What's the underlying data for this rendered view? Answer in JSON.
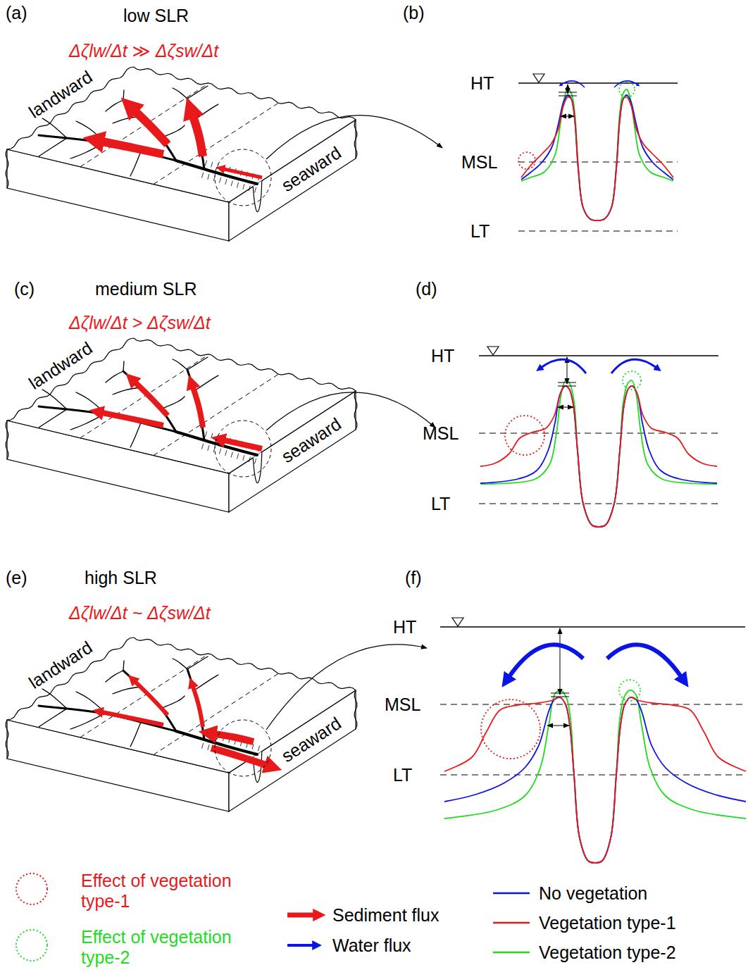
{
  "diagram": {
    "labels": [
      "(a)",
      "low SLR",
      "Δζlw/Δt ≫ Δζsw/Δt",
      "landward",
      "seaward",
      "(b)",
      "HT",
      "MSL",
      "LT",
      "(c)",
      "medium SLR",
      "Δζlw/Δt > Δζsw/Δt",
      "landward",
      "seaward",
      "(d)",
      "HT",
      "MSL",
      "LT",
      "(e)",
      "high SLR",
      "Δζlw/Δt ~ Δζsw/Δt",
      "landward",
      "seaward",
      "(f)",
      "HT",
      "MSL",
      "LT"
    ],
    "legend": [
      {
        "text": "Effect of vegetation type-1"
      },
      {
        "text": "Effect of vegetation type-2"
      },
      {
        "text": "Sediment flux"
      },
      {
        "text": "Water flux"
      },
      {
        "text": "No vegetation",
        "color": "#0a14e6"
      },
      {
        "text": "Vegetation type-1",
        "color": "#e8191b"
      },
      {
        "text": "Vegetation type-2",
        "color": "#1edc1e"
      }
    ]
  }
}
